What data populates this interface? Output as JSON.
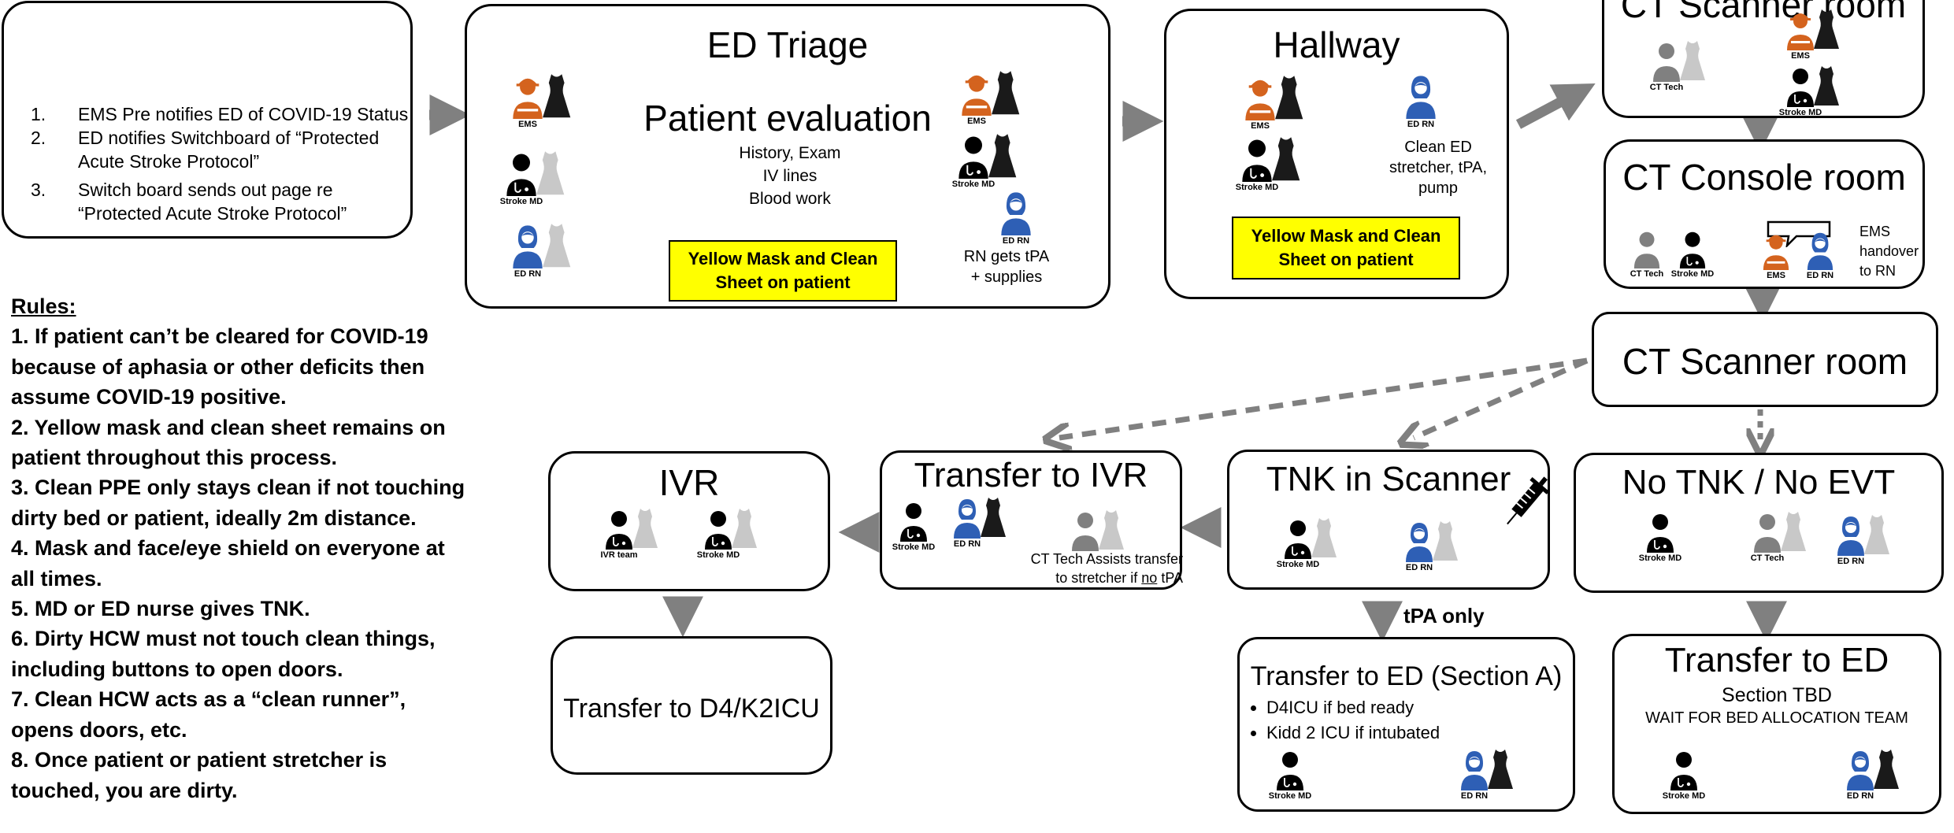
{
  "intro": {
    "steps": [
      {
        "num": "1.",
        "text": "EMS Pre notifies ED of COVID-19 Status"
      },
      {
        "num": "2.",
        "text": "ED notifies Switchboard of “Protected"
      },
      {
        "num": "",
        "text": "Acute Stroke Protocol”"
      },
      {
        "num": "3.",
        "text": "Switch board sends out page re"
      },
      {
        "num": "",
        "text": "“Protected Acute Stroke Protocol”"
      }
    ]
  },
  "triage": {
    "title": "ED Triage",
    "subtitle": "Patient  evaluation",
    "details": [
      "History, Exam",
      "IV lines",
      "Blood work"
    ],
    "note": "Yellow Mask and Clean Sheet on patient",
    "rn_note": [
      "RN gets tPA",
      "+ supplies"
    ]
  },
  "hallway": {
    "title": "Hallway",
    "details": [
      "Clean ED",
      "stretcher, tPA,",
      "pump"
    ],
    "note": "Yellow Mask and Clean Sheet on patient"
  },
  "scanner_top": {
    "title": "CT Scanner room"
  },
  "console": {
    "title": "CT Console room",
    "handover": [
      "EMS",
      "handover",
      "to RN"
    ]
  },
  "scanner": {
    "title": "CT Scanner room"
  },
  "ivr": {
    "title": "IVR"
  },
  "transfer_ivr": {
    "title": "Transfer to IVR",
    "note_a": "CT Tech Assists transfer",
    "note_b": "to stretcher if ",
    "note_u": "no",
    "note_c": " tPA"
  },
  "tnk": {
    "title": "TNK in Scanner"
  },
  "no_tnk": {
    "title": "No TNK / No EVT"
  },
  "tpa_only": "tPA only",
  "transfer_d4": {
    "title": "Transfer to D4/K2ICU"
  },
  "transfer_a": {
    "title": "Transfer to ED (Section A)",
    "bullets": [
      "D4ICU if bed ready",
      "Kidd 2 ICU if intubated"
    ]
  },
  "transfer_tbd": {
    "title": "Transfer to ED",
    "line1": "Section  TBD",
    "line2": "WAIT FOR BED ALLOCATION TEAM"
  },
  "roles": {
    "ems": "EMS",
    "stroke_md": "Stroke MD",
    "ed_rn": "ED RN",
    "ct_tech": "CT Tech",
    "ivr_team": "IVR team"
  },
  "rules": {
    "heading": "Rules:",
    "items": [
      "1. If patient can’t be cleared for COVID-19 because of aphasia or other deficits then assume COVID-19 positive.",
      "2. Yellow mask and clean sheet remains on patient throughout this process.",
      "3. Clean PPE only stays clean if not touching dirty bed or patient, ideally 2m distance.",
      "4. Mask and face/eye shield on everyone at all times.",
      "5. MD or ED nurse gives TNK.",
      "6. Dirty HCW must not touch clean things, including buttons to open doors.",
      "7. Clean HCW acts as a “clean runner”, opens doors, etc.",
      "8. Once patient or patient stretcher is touched, you are dirty."
    ]
  },
  "colors": {
    "ems": "#d4631e",
    "ed_rn": "#2e5fb5",
    "ct_tech": "#808080",
    "dirty_gown": "#1a1a1a",
    "clean_gown": "#c8c8c8",
    "arrow": "#808080",
    "highlight": "#ffff00"
  }
}
